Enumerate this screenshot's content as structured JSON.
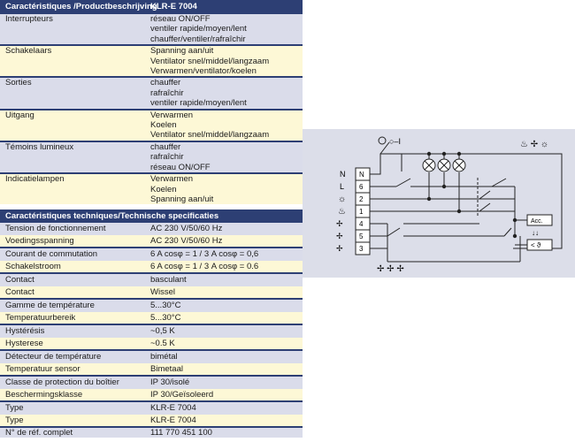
{
  "header1": {
    "title": "Caractéristiques /Productbeschrijving",
    "code": "KLR-E 7004"
  },
  "desc_rows": [
    {
      "lang": "fr",
      "label": "Interrupteurs",
      "lines": [
        "réseau ON/OFF",
        "ventiler rapide/moyen/lent",
        "chauffer/ventiler/rafraîchir"
      ]
    },
    {
      "lang": "nl",
      "label": "Schakelaars",
      "lines": [
        "Spanning aan/uit",
        "Ventilator snel/middel/langzaam",
        "Verwarmen/ventilator/koelen"
      ]
    },
    {
      "lang": "fr",
      "label": "Sorties",
      "lines": [
        "chauffer",
        "rafraîchir",
        "ventiler rapide/moyen/lent"
      ]
    },
    {
      "lang": "nl",
      "label": "Uitgang",
      "lines": [
        "Verwarmen",
        "Koelen",
        "Ventilator snel/middel/langzaam"
      ]
    },
    {
      "lang": "fr",
      "label": "Témoins lumineux",
      "lines": [
        "chauffer",
        "rafraîchir",
        "réseau ON/OFF"
      ]
    },
    {
      "lang": "nl",
      "label": "Indicatielampen",
      "lines": [
        "Verwarmen",
        "Koelen",
        "Spanning aan/uit"
      ]
    }
  ],
  "header2": {
    "title": "Caractéristiques techniques/Technische specificaties"
  },
  "tech_rows": [
    {
      "lang": "fr",
      "label": "Tension de fonctionnement",
      "value": "AC 230 V/50/60 Hz"
    },
    {
      "lang": "nl",
      "label": "Voedingsspanning",
      "value": "AC 230 V/50/60 Hz"
    },
    {
      "lang": "fr",
      "label": "Courant de commutation",
      "value": "6 A cosφ = 1 / 3 A cosφ = 0,6"
    },
    {
      "lang": "nl",
      "label": "Schakelstroom",
      "value": "6 A cosφ = 1 / 3 A cosφ = 0.6"
    },
    {
      "lang": "fr",
      "label": "Contact",
      "value": "basculant"
    },
    {
      "lang": "nl",
      "label": "Contact",
      "value": "Wissel"
    },
    {
      "lang": "fr",
      "label": "Gamme de température",
      "value": "5...30°C"
    },
    {
      "lang": "nl",
      "label": "Temperatuurbereik",
      "value": "5...30°C"
    },
    {
      "lang": "fr",
      "label": "Hystérésis",
      "value": "~0,5 K"
    },
    {
      "lang": "nl",
      "label": "Hysterese",
      "value": "~0.5 K"
    },
    {
      "lang": "fr",
      "label": "Détecteur de température",
      "value": "bimétal"
    },
    {
      "lang": "nl",
      "label": "Temperatuur sensor",
      "value": "Bimetaal"
    },
    {
      "lang": "fr",
      "label": "Classe de protection du boîtier",
      "value": "IP 30/isolé"
    },
    {
      "lang": "nl",
      "label": "Beschermingsklasse",
      "value": "IP 30/Geïsoleerd"
    },
    {
      "lang": "fr",
      "label": "Type",
      "value": "KLR-E 7004"
    },
    {
      "lang": "nl",
      "label": "Type",
      "value": "KLR-E 7004"
    },
    {
      "lang": "fr",
      "label": "N° de réf. complet",
      "value": "111 770 451 100"
    }
  ],
  "diagram": {
    "power_symbol": "○–I",
    "terminals": [
      "N",
      "6",
      "2",
      "1",
      "4",
      "5",
      "3"
    ],
    "terminal_names": [
      "N",
      "L",
      "☼",
      "♨",
      "fan-high",
      "fan-mid",
      "fan-low"
    ],
    "relay_label": "Acc.",
    "thermostat_label": "< ϑ",
    "thermostat_arrows": "↓↓"
  },
  "colors": {
    "header": "#2d3f74",
    "fr_row": "#dadcea",
    "nl_row": "#fdf8d6",
    "diagram_bg": "#dcdee9"
  }
}
